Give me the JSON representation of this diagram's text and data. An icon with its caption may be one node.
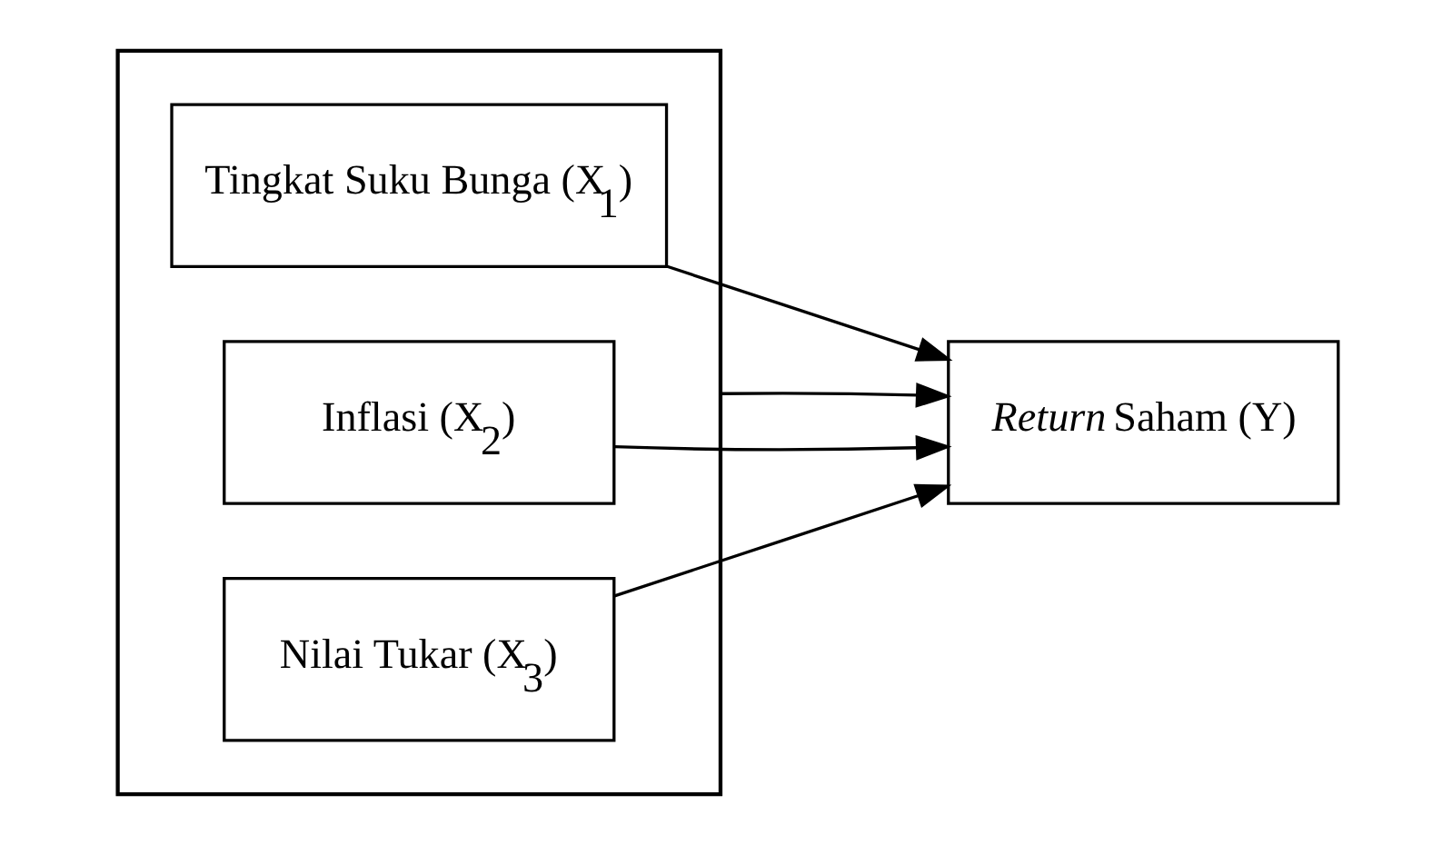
{
  "diagram": {
    "nodes": [
      {
        "text": [],
        "shape": "box"
      },
      {
        "text": [
          "Tingkat Suku Bunga (X$_{1}$)"
        ],
        "in": 0
      },
      {
        "text": [
          "Inflasi (X$_{2}$)"
        ],
        "in": 0
      },
      {
        "text": [
          "Nilai Tukar (X$_{3}$)"
        ],
        "in": 0
      },
      {
        "text": [
          "*Return* Saham (Y)"
        ]
      }
    ],
    "edges": [
      {
        "from": 1,
        "to": 4,
        "arrow": "to"
      },
      {
        "from": 2,
        "to": 4,
        "arrow": "to"
      },
      {
        "from": 3,
        "to": 4,
        "arrow": "to"
      },
      {
        "from": 0,
        "to": 4,
        "arrow": "to"
      }
    ]
  }
}
